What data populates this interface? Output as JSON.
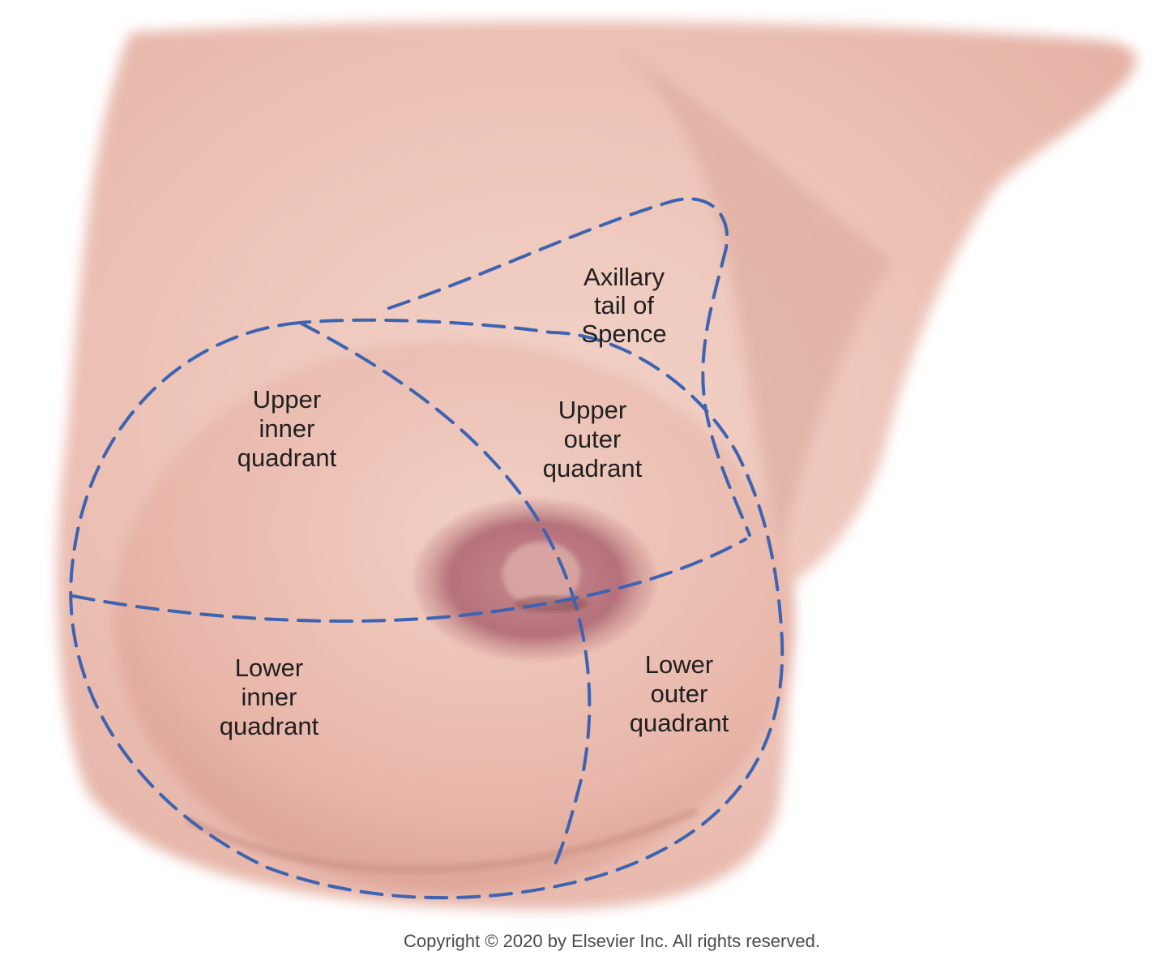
{
  "labels": {
    "axillary": [
      "Axillary",
      "tail of",
      "Spence"
    ],
    "upper_inner": [
      "Upper",
      "inner",
      "quadrant"
    ],
    "upper_outer": [
      "Upper",
      "outer",
      "quadrant"
    ],
    "lower_inner": [
      "Lower",
      "inner",
      "quadrant"
    ],
    "lower_outer": [
      "Lower",
      "outer",
      "quadrant"
    ]
  },
  "copyright": "Copyright © 2020 by Elsevier Inc. All rights reserved.",
  "colors": {
    "skin": "#e9b9ad",
    "skin_light": "#f1cdc3",
    "areola": "#b5727a",
    "dashed_lines": "#3e63b0"
  }
}
